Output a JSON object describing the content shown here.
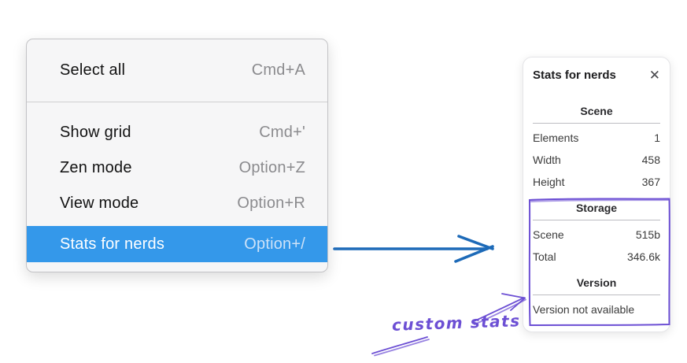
{
  "context_menu": {
    "sections": [
      {
        "items": [
          {
            "label": "Select all",
            "shortcut": "Cmd+A"
          }
        ]
      },
      {
        "items": [
          {
            "label": "Show grid",
            "shortcut": "Cmd+'"
          },
          {
            "label": "Zen mode",
            "shortcut": "Option+Z"
          },
          {
            "label": "View mode",
            "shortcut": "Option+R"
          },
          {
            "label": "Stats for nerds",
            "shortcut": "Option+/",
            "selected": true
          }
        ]
      }
    ]
  },
  "stats_panel": {
    "title": "Stats for nerds",
    "close_icon": "✕",
    "sections": [
      {
        "heading": "Scene",
        "rows": [
          {
            "label": "Elements",
            "value": "1"
          },
          {
            "label": "Width",
            "value": "458"
          },
          {
            "label": "Height",
            "value": "367"
          }
        ]
      },
      {
        "heading": "Storage",
        "rows": [
          {
            "label": "Scene",
            "value": "515b"
          },
          {
            "label": "Total",
            "value": "346.6k"
          }
        ]
      },
      {
        "heading": "Version",
        "note": "Version not available"
      }
    ]
  },
  "annotations": {
    "custom_stats_label": "custom stats",
    "colors": {
      "highlight_blue": "#3498ea",
      "arrow_blue": "#1d6ab8",
      "annotation_purple": "#6c4fd4"
    }
  }
}
